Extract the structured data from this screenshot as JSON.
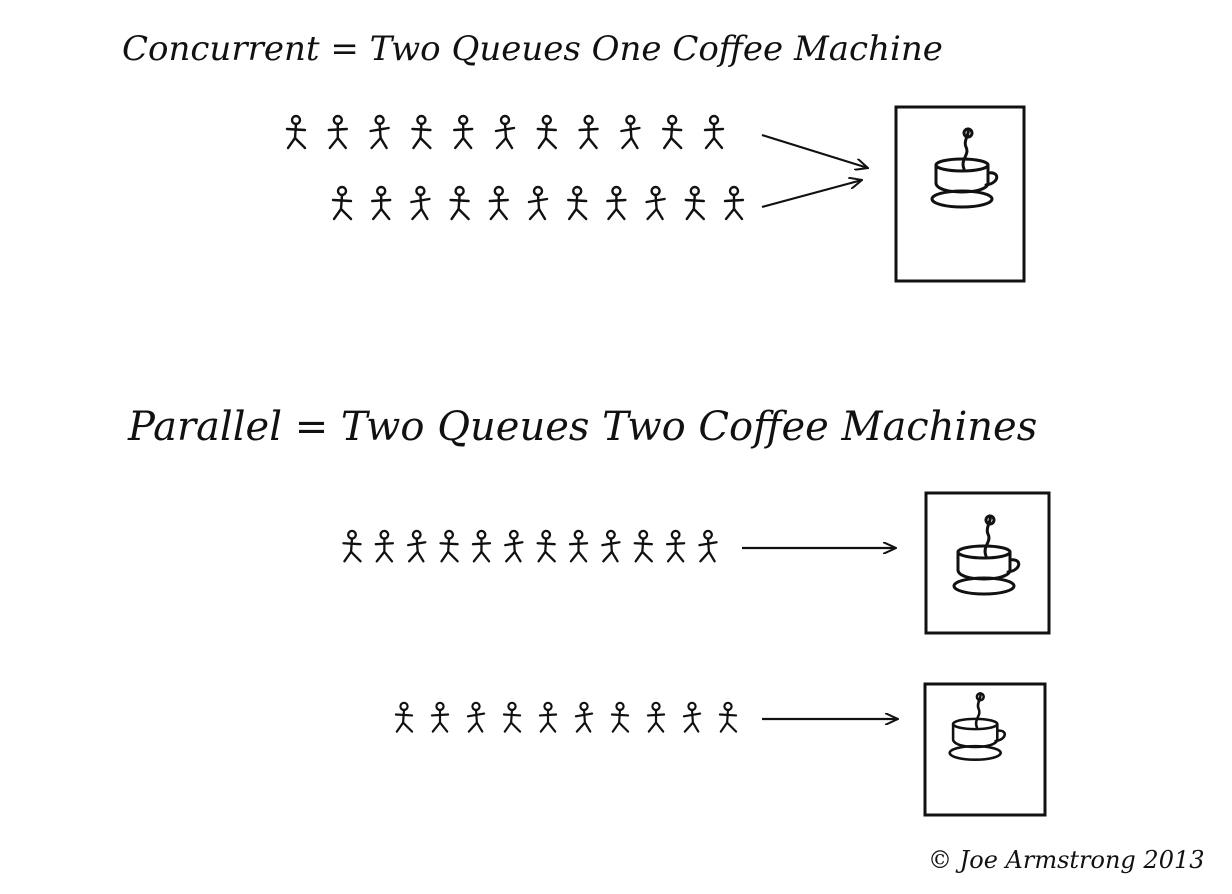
{
  "concurrent": {
    "title": "Concurrent = Two Queues One Coffee Machine",
    "queues": [
      {
        "people": 11
      },
      {
        "people": 11
      }
    ],
    "machines": [
      {
        "icon": "coffee-cup-icon"
      }
    ]
  },
  "parallel": {
    "title": "Parallel = Two Queues Two Coffee Machines",
    "queues": [
      {
        "people": 12
      },
      {
        "people": 10
      }
    ],
    "machines": [
      {
        "icon": "coffee-cup-icon"
      },
      {
        "icon": "coffee-cup-icon"
      }
    ]
  },
  "credit": "© Joe Armstrong 2013",
  "colors": {
    "ink": "#111111",
    "paper": "#ffffff"
  }
}
